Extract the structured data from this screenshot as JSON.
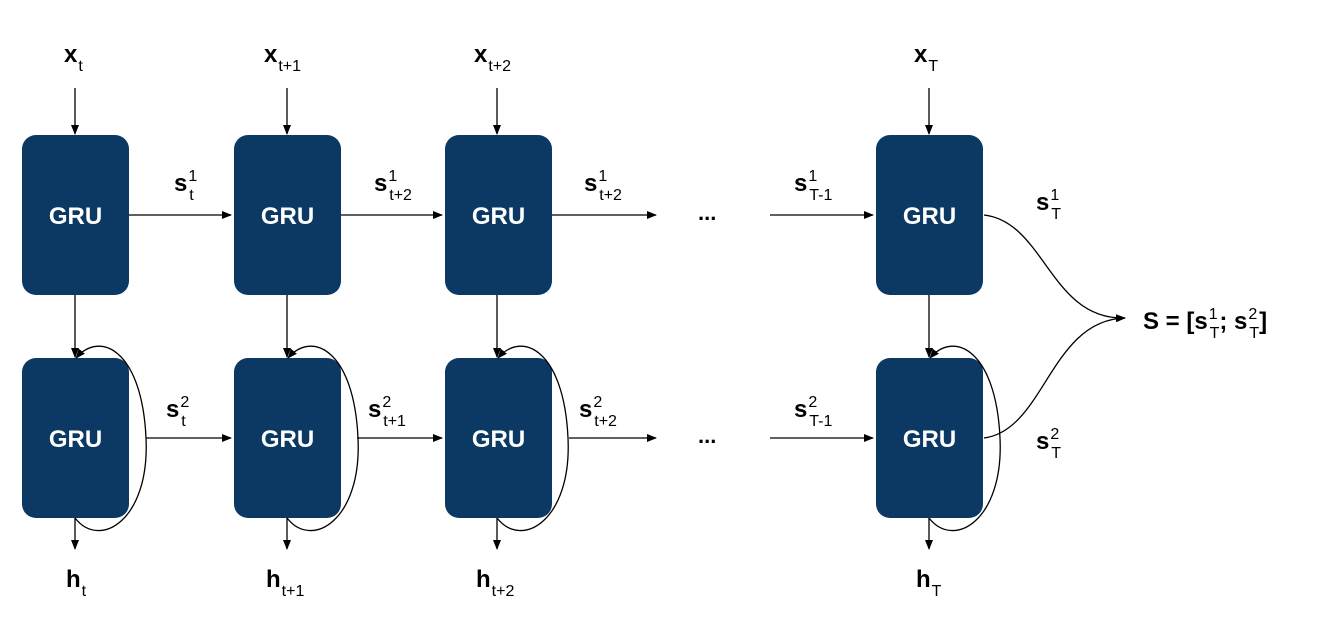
{
  "cell_label": "GRU",
  "cell_color": "#0b3963",
  "ellipsis": "...",
  "inputs": {
    "x_t": {
      "base": "x",
      "sub": "t"
    },
    "x_t1": {
      "base": "x",
      "sub": "t+1"
    },
    "x_t2": {
      "base": "x",
      "sub": "t+2"
    },
    "x_T": {
      "base": "x",
      "sub": "T"
    }
  },
  "outputs": {
    "h_t": {
      "base": "h",
      "sub": "t"
    },
    "h_t1": {
      "base": "h",
      "sub": "t+1"
    },
    "h_t2": {
      "base": "h",
      "sub": "t+2"
    },
    "h_T": {
      "base": "h",
      "sub": "T"
    }
  },
  "layer1_states": [
    {
      "base": "s",
      "sup": "1",
      "sub": "t"
    },
    {
      "base": "s",
      "sup": "1",
      "sub": "t+2"
    },
    {
      "base": "s",
      "sup": "1",
      "sub": "t+2"
    },
    {
      "base": "s",
      "sup": "1",
      "sub": "T-1"
    },
    {
      "base": "s",
      "sup": "1",
      "sub": "T"
    }
  ],
  "layer2_states": [
    {
      "base": "s",
      "sup": "2",
      "sub": "t"
    },
    {
      "base": "s",
      "sup": "2",
      "sub": "t+1"
    },
    {
      "base": "s",
      "sup": "2",
      "sub": "t+2"
    },
    {
      "base": "s",
      "sup": "2",
      "sub": "T-1"
    },
    {
      "base": "s",
      "sup": "2",
      "sub": "T"
    }
  ],
  "result": {
    "prefix": "S = [s",
    "sup1": "1",
    "sub1": "T",
    "mid": "; s",
    "sup2": "2",
    "sub2": "T",
    "suffix": "]"
  }
}
